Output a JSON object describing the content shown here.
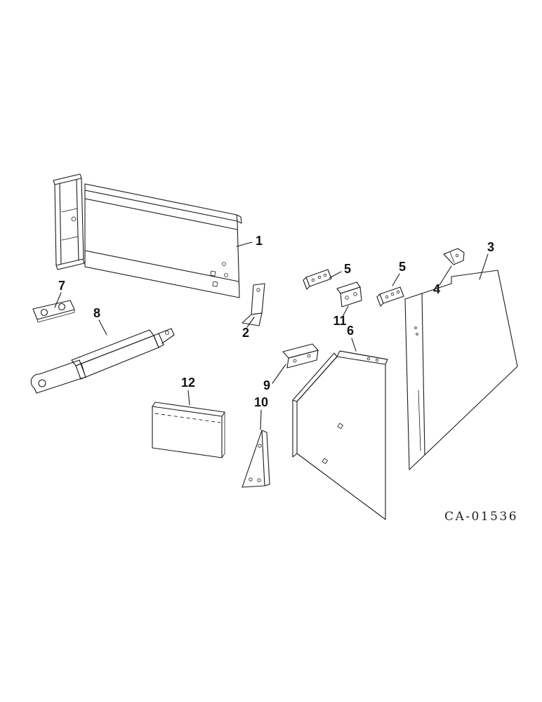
{
  "figure": {
    "caption": "CA-01536",
    "part_labels": [
      {
        "text": "1"
      },
      {
        "text": "2"
      },
      {
        "text": "3"
      },
      {
        "text": "4"
      },
      {
        "text": "5"
      },
      {
        "text": "5"
      },
      {
        "text": "6"
      },
      {
        "text": "7"
      },
      {
        "text": "8"
      },
      {
        "text": "9"
      },
      {
        "text": "10"
      },
      {
        "text": "11"
      },
      {
        "text": "12"
      }
    ]
  }
}
